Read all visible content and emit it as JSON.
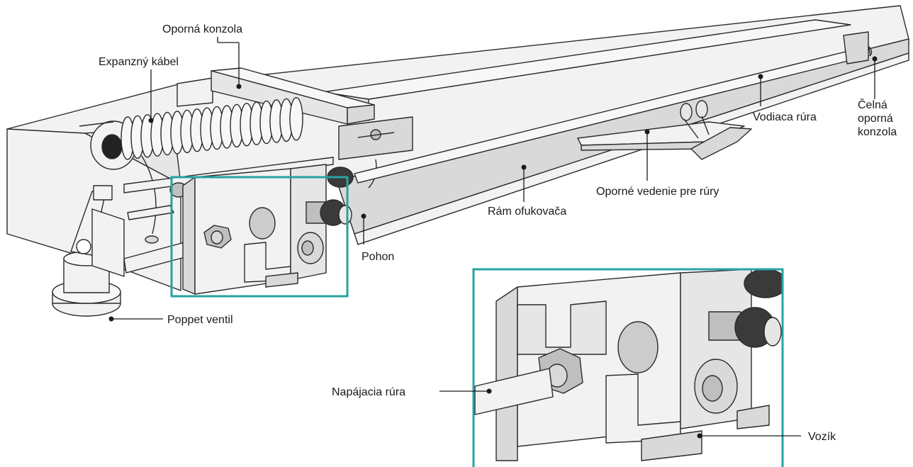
{
  "colors": {
    "highlight": "#27a3a3",
    "light_fill": "#f2f2f2",
    "mid_fill": "#d9d9d9",
    "dark_fill": "#a6a6a6",
    "outline": "#2a2a2a"
  },
  "labels": {
    "opora_konzola": "Oporná konzola",
    "expanzny_kabel": "Expanzný kábel",
    "celna_line1": "Čelná",
    "celna_line2": "oporná",
    "celna_line3": "konzola",
    "vodiaca_rura": "Vodiaca rúra",
    "oporne_vedenie": "Oporné vedenie pre rúry",
    "ram_ofukovaca": "Rám ofukovača",
    "pohon": "Pohon",
    "poppet_ventil": "Poppet ventil",
    "napajacia_rura": "Napájacia rúra",
    "vozik": "Vozík"
  }
}
